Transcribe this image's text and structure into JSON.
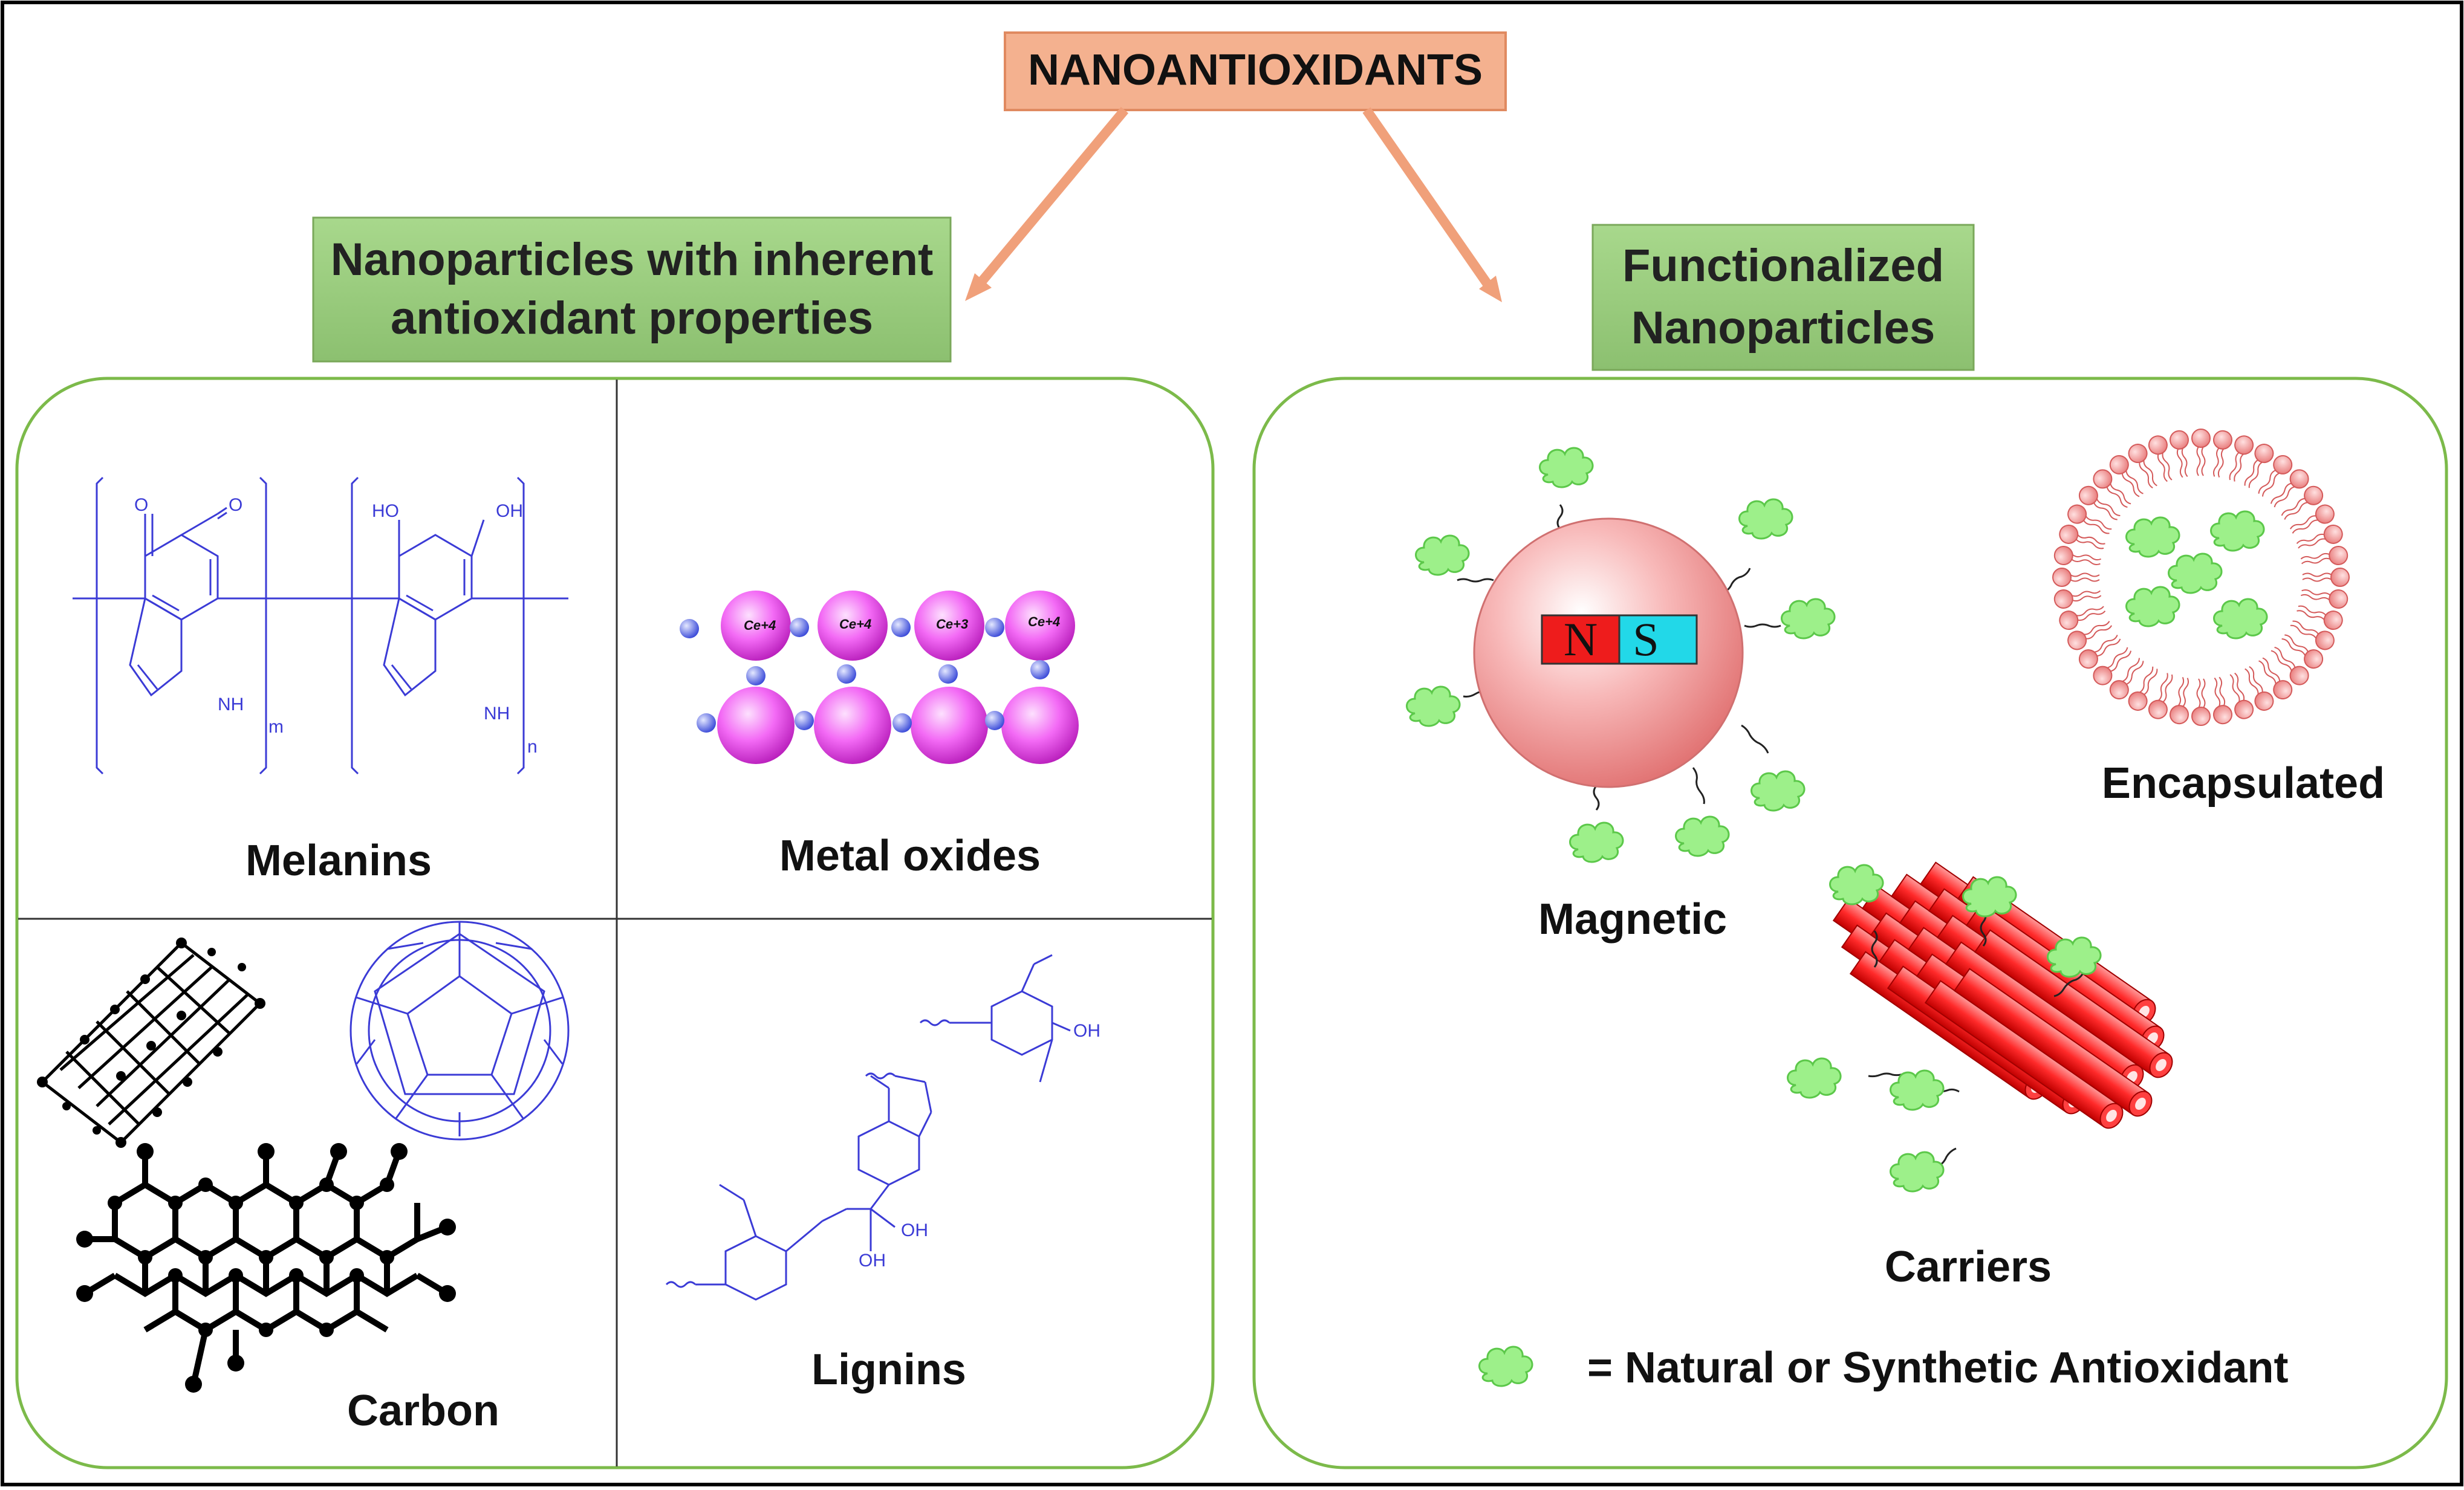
{
  "title": "NANOANTIOXIDANTS",
  "left_header": [
    "Nanoparticles with inherent",
    "antioxidant properties"
  ],
  "right_header": [
    "Functionalized",
    "Nanoparticles"
  ],
  "left_panel": {
    "melanins_label": "Melanins",
    "metal_oxides_label": "Metal oxides",
    "carbon_label": "Carbon",
    "lignins_label": "Lignins",
    "melanin_chem": {
      "o1": "O",
      "o2": "O",
      "nh1": "NH",
      "m": "m",
      "ho": "HO",
      "oh": "OH",
      "nh2": "NH",
      "n": "n"
    },
    "ce_labels": [
      "Ce+4",
      "Ce+4",
      "Ce+3",
      "Ce+4"
    ],
    "lignin_chem": {
      "oh1": "OH",
      "oh2": "OH",
      "oh3": "OH"
    }
  },
  "right_panel": {
    "magnetic_label": "Magnetic",
    "encapsulated_label": "Encapsulated",
    "carriers_label": "Carriers",
    "magnet_n": "N",
    "magnet_s": "S",
    "legend_text": "= Natural or Synthetic Antioxidant"
  },
  "colors": {
    "title_fill": "#f4b18f",
    "header_fill": "#9cca80",
    "panel_border": "#7cba4a",
    "arrow": "#f0a07a",
    "chem_blue": "#3b3bd6",
    "ce_magenta": "#e040e8",
    "antioxidant_green": "#9df08a",
    "sphere_pink": "#f4a0a0",
    "magnet_red": "#ee1c1c",
    "magnet_cyan": "#22d8e8",
    "carrier_red": "#ff2020"
  }
}
